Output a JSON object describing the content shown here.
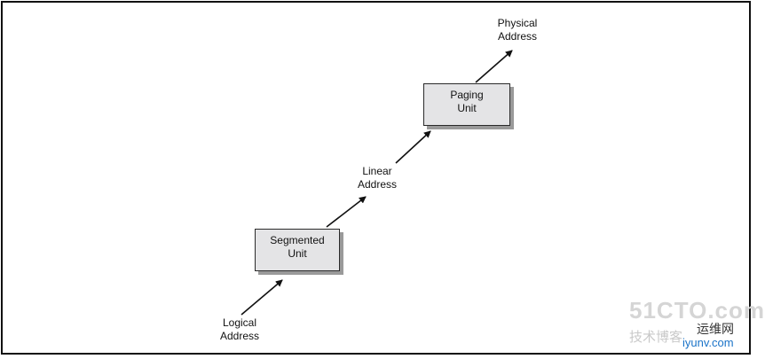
{
  "diagram": {
    "logical": "Logical\nAddress",
    "segmented": "Segmented\nUnit",
    "linear": "Linear\nAddress",
    "paging": "Paging\nUnit",
    "physical": "Physical\nAddress"
  },
  "watermark": {
    "brand": "51CTO.com",
    "slogan": "技术博客",
    "site_cn": "运维网",
    "site_url": "iyunv.com"
  },
  "colors": {
    "box_fill": "#e4e4e6",
    "box_shadow": "#9a9a9a",
    "stroke": "#111111"
  }
}
